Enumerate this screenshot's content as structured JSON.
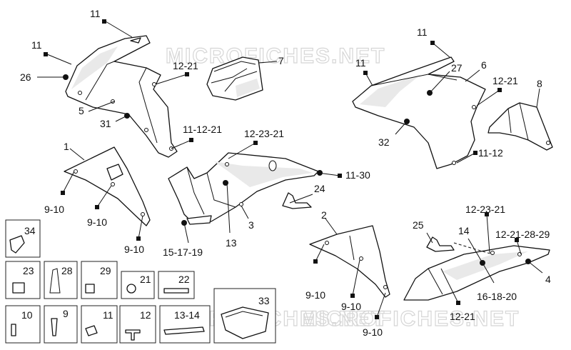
{
  "watermark": "MICROFICHES.NET",
  "callouts": {
    "c11_top": "11",
    "c11_left": "11",
    "c26": "26",
    "c12_21_a": "12-21",
    "c7": "7",
    "c5": "5",
    "c31": "31",
    "c11_12_21": "11-12-21",
    "c1": "1",
    "c9_10_a": "9-10",
    "c9_10_b": "9-10",
    "c9_10_c": "9-10",
    "c12_23_21_a": "12-23-21",
    "c11_30": "11-30",
    "c24": "24",
    "c3": "3",
    "c13": "13",
    "c15_17_19": "15-17-19",
    "c11_r1": "11",
    "c11_r2": "11",
    "c27": "27",
    "c6": "6",
    "c12_21_b": "12-21",
    "c8": "8",
    "c32": "32",
    "c11_12": "11-12",
    "c2": "2",
    "c9_10_d": "9-10",
    "c9_10_e": "9-10",
    "c9_10_f": "9-10",
    "c25": "25",
    "c14": "14",
    "c12_23_21_b": "12-23-21",
    "c12_21_28_29": "12-21-28-29",
    "c4": "4",
    "c16_18_20": "16-18-20",
    "c12_21_c": "12-21"
  },
  "hardware_boxes": {
    "b34": "34",
    "b23": "23",
    "b28": "28",
    "b29": "29",
    "b21": "21",
    "b22": "22",
    "b10": "10",
    "b9": "9",
    "b11": "11",
    "b12": "12",
    "b13_14": "13-14",
    "b33": "33"
  }
}
